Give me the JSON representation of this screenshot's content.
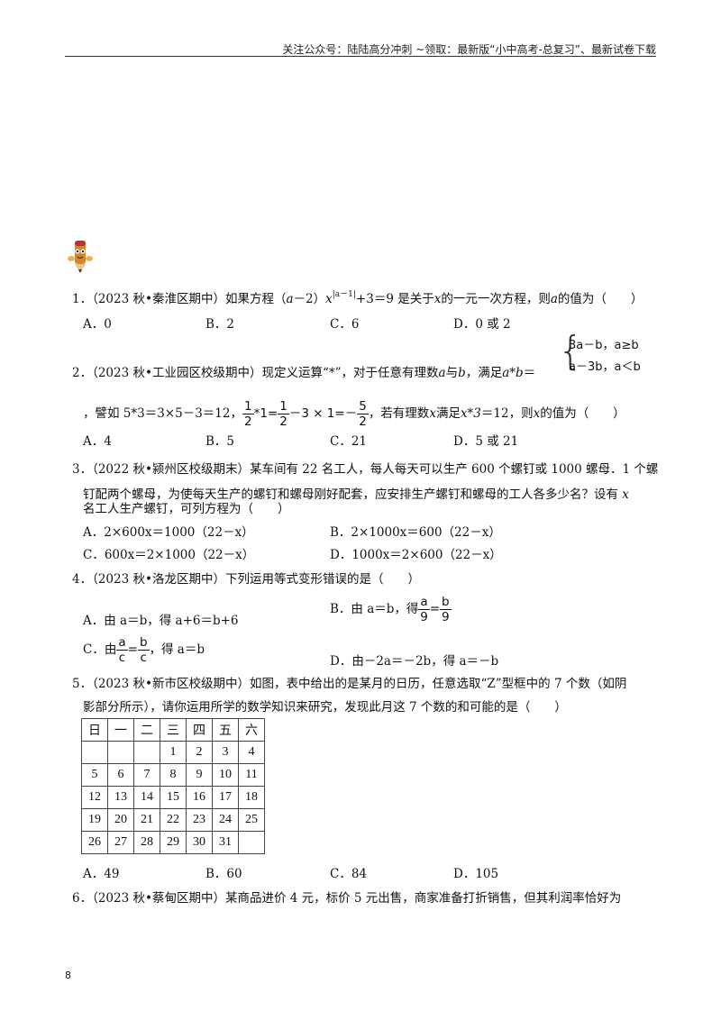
{
  "header": {
    "text": "关注公众号：陆陆高分冲刺 ~领取：最新版“小中高考-总复习”、最新试卷下载"
  },
  "page_number": "8",
  "q1": {
    "num": "1．",
    "source": "（2023 秋•秦淮区期中）",
    "pre": "如果方程（",
    "a1": "a",
    "mid": "－2）",
    "x1": "x",
    "exp": "|a－1|",
    "post": "+3＝9 是关于",
    "x2": "x",
    "post2": "的一元一次方程，则",
    "a2": "a",
    "post3": "的值为（　　）",
    "options": [
      "A．0",
      "B．2",
      "C．6",
      "D．0 或 2"
    ]
  },
  "q2": {
    "num": "2．",
    "source": "（2023 秋•工业园区校级期中）",
    "text": "现定义运算“*”，对于任意有理数",
    "a": "a",
    "and": "与",
    "b": "b",
    "satisfy": "，满足",
    "expr": "a*b",
    "eq": "＝",
    "case1": "3a－b，a≥b",
    "case2": "a－3b，a＜b",
    "line2_pre": "，譬如 5*3＝3×5－3＝12，",
    "frac_half_n": "1",
    "frac_half_d": "2",
    "star1": "*1=",
    "minus3x1": "－3 × 1=－",
    "frac5_n": "5",
    "frac5_d": "2",
    "line2_post": "，若有理数",
    "x": "x",
    "line2_post2": "满足",
    "x3": "x*3",
    "line2_post3": "＝12，则",
    "x4": "x",
    "line2_post4": "的值为（　　）",
    "options": [
      "A．4",
      "B．5",
      "C．21",
      "D．5 或 21"
    ]
  },
  "q3": {
    "num": "3．",
    "source": "（2022 秋•颍州区校级期末）",
    "line1": "某车间有 22 名工人，每人每天可以生产 600 个螺钉或 1000 螺母．1 个螺",
    "line2": "钉配两个螺母，为使每天生产的螺钉和螺母刚好配套，应安排生产螺钉和螺母的工人各多少名？设有",
    "line2_x": "x",
    "line3": "名工人生产螺钉，可列方程为（　　）",
    "options": [
      "A．2×600x＝1000（22－x）",
      "B．2×1000x＝600（22－x）",
      "C．600x＝2×1000（22－x）",
      "D．1000x＝2×600（22－x）"
    ]
  },
  "q4": {
    "num": "4．",
    "source": "（2023 秋•洛龙区期中）",
    "text": "下列运用等式变形错误的是（　　）",
    "optA": "A．由 a＝b，得 a+6＝b+6",
    "optB_pre": "B．由 a＝b，得",
    "optB_fa_n": "a",
    "optB_fa_d": "9",
    "optB_eq": "=",
    "optB_fb_n": "b",
    "optB_fb_d": "9",
    "optC_pre": "C．由",
    "optC_fa_n": "a",
    "optC_fa_d": "c",
    "optC_eq": "=",
    "optC_fb_n": "b",
    "optC_fb_d": "c",
    "optC_post": "，得 a＝b",
    "optD": "D．由－2a＝－2b，得 a＝－b"
  },
  "q5": {
    "num": "5．",
    "source": "（2023 秋•新市区校级期中）",
    "line1": "如图，表中给出的是某月的日历，任意选取“Z”型框中的 7 个数（如阴",
    "line2": "影部分所示），请你运用所学的数学知识来研究，发现此月这 7 个数的和可能的是（　　）",
    "calendar": {
      "headers": [
        "日",
        "一",
        "二",
        "三",
        "四",
        "五",
        "六"
      ],
      "rows": [
        [
          "",
          "",
          "",
          "1",
          "2",
          "3",
          "4"
        ],
        [
          "5",
          "6",
          "7",
          "8",
          "9",
          "10",
          "11"
        ],
        [
          "12",
          "13",
          "14",
          "15",
          "16",
          "17",
          "18"
        ],
        [
          "19",
          "20",
          "21",
          "22",
          "23",
          "24",
          "25"
        ],
        [
          "26",
          "27",
          "28",
          "29",
          "30",
          "31",
          ""
        ]
      ]
    },
    "options": [
      "A．49",
      "B．60",
      "C．84",
      "D．105"
    ]
  },
  "q6": {
    "num": "6．",
    "source": "（2023 秋•蔡甸区期中）",
    "text": "某商品进价 4 元，标价 5 元出售，商家准备打折销售，但其利润率恰好为"
  }
}
